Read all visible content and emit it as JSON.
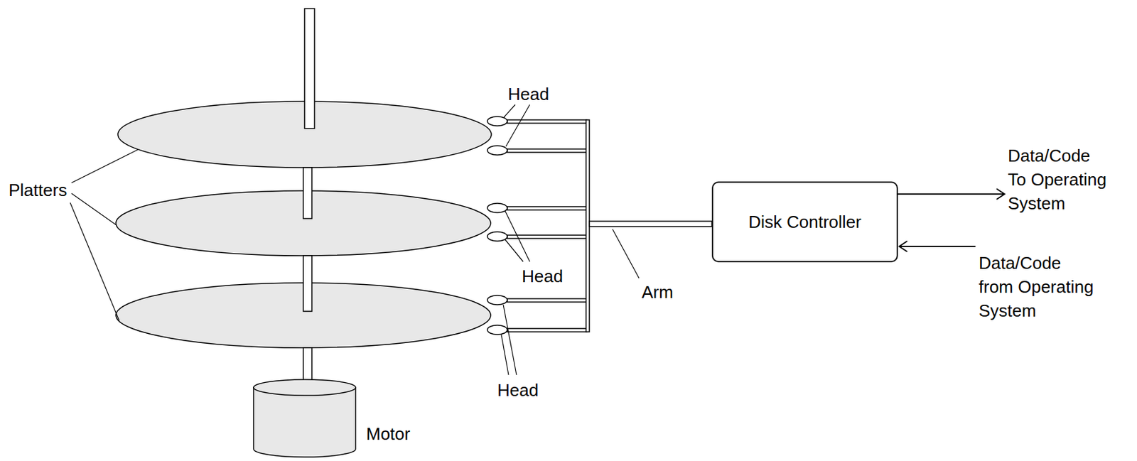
{
  "diagram": {
    "nodes": [
      {
        "text": [
          "Disk Controller"
        ]
      }
    ],
    "labels": [
      "Head",
      "Platters",
      "Head",
      "Arm",
      "Head",
      "Motor",
      "Data/Code To Operating System",
      "Data/Code from Operating System"
    ]
  }
}
